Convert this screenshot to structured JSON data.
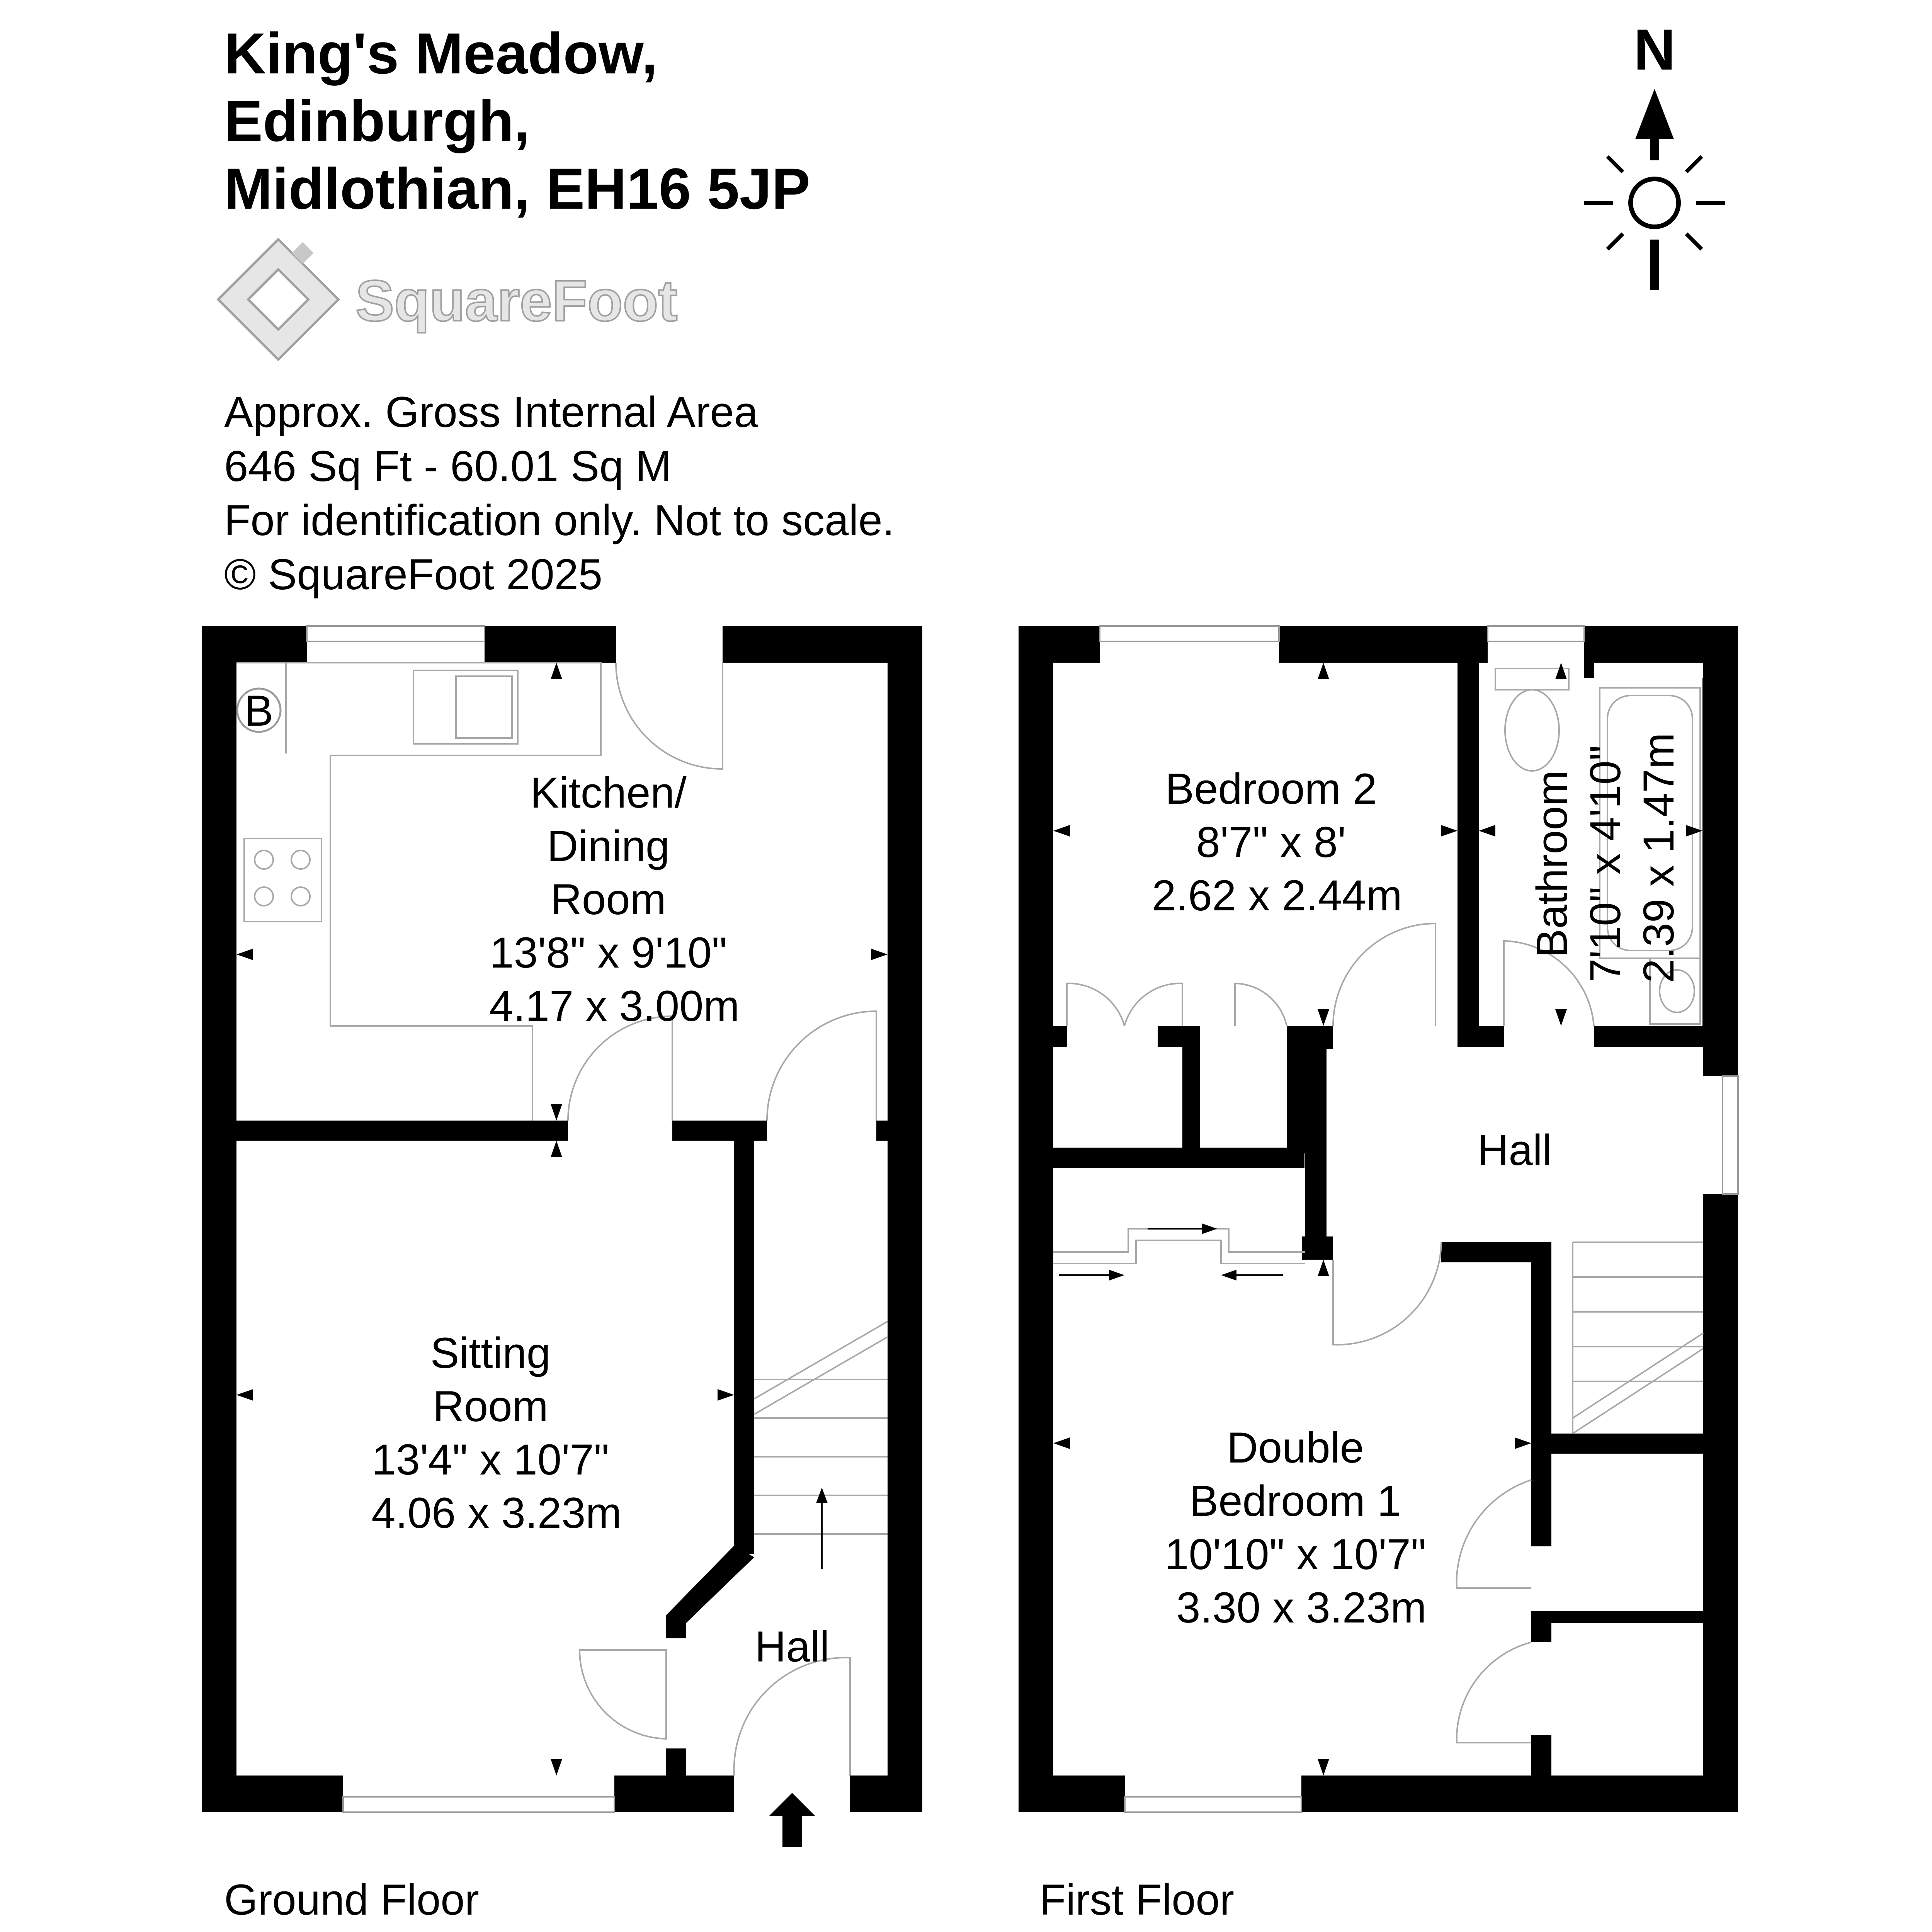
{
  "header": {
    "title_lines": [
      "King's Meadow,",
      "Edinburgh,",
      "Midlothian, EH16 5JP"
    ],
    "logo_text": "SquareFoot",
    "info_lines": [
      "Approx. Gross Internal Area",
      "646 Sq Ft  -  60.01 Sq M",
      "For identification only. Not to scale.",
      "© SquareFoot 2025"
    ]
  },
  "compass": {
    "label": "N"
  },
  "ground_floor": {
    "label": "Ground Floor",
    "boiler_label": "B",
    "kitchen": {
      "lines": [
        "Kitchen/",
        "Dining",
        "Room",
        "13'8\" x 9'10\"",
        "4.17 x 3.00m"
      ]
    },
    "sitting": {
      "lines": [
        "Sitting",
        "Room",
        "13'4\" x 10'7\"",
        "4.06 x 3.23m"
      ]
    },
    "hall": {
      "lines": [
        "Hall"
      ]
    }
  },
  "first_floor": {
    "label": "First Floor",
    "bedroom2": {
      "lines": [
        "Bedroom 2",
        "8'7\" x 8'",
        "2.62 x 2.44m"
      ]
    },
    "bathroom": {
      "lines": [
        "Bathroom",
        "7'10\" x 4'10\"",
        "2.39 x 1.47m"
      ]
    },
    "hall": {
      "lines": [
        "Hall"
      ]
    },
    "bedroom1": {
      "lines": [
        "Double",
        "Bedroom 1",
        "10'10\" x 10'7\"",
        "3.30 x 3.23m"
      ]
    }
  }
}
